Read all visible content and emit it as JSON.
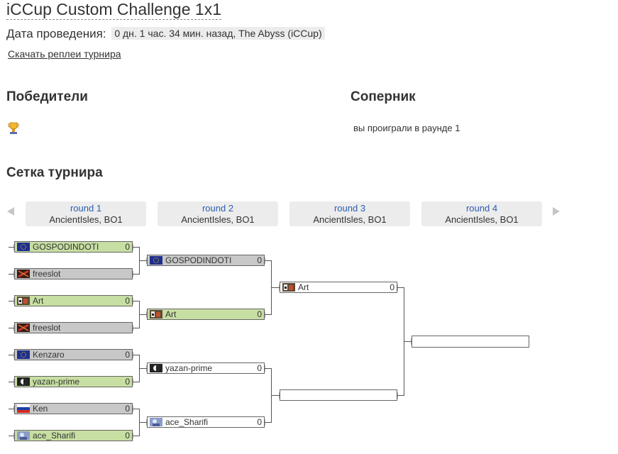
{
  "page": {
    "title": "iCCup Custom Challenge 1x1",
    "date_label": "Дата проведения:",
    "date_value": "0 дн. 1 час. 34 мин. назад, The Abyss (iCCup)",
    "download_link": "Скачать реплеи турнира",
    "winners_title": "Победители",
    "opponent_title": "Соперник",
    "opponent_text": "вы проиграли в раунде 1",
    "bracket_title": "Сетка турнира"
  },
  "rounds": [
    {
      "name": "round 1",
      "info": "AncientIsles, BO1"
    },
    {
      "name": "round 2",
      "info": "AncientIsles, BO1"
    },
    {
      "name": "round 3",
      "info": "AncientIsles, BO1"
    },
    {
      "name": "round 4",
      "info": "AncientIsles, BO1"
    }
  ],
  "round1": [
    {
      "name": "GOSPODINDOTI",
      "score": "0",
      "flag": "eu-flag-icon",
      "state": "win"
    },
    {
      "name": "freeslot",
      "score": "",
      "flag": "freeslot-flag-icon",
      "state": "lose"
    },
    {
      "name": "Art",
      "score": "0",
      "flag": "ua-flag-icon",
      "state": "win"
    },
    {
      "name": "freeslot",
      "score": "",
      "flag": "freeslot-flag-icon",
      "state": "lose"
    },
    {
      "name": "Kenzaro",
      "score": "0",
      "flag": "eu-flag-icon",
      "state": "lose"
    },
    {
      "name": "yazan-prime",
      "score": "0",
      "flag": "custom-flag-icon",
      "state": "win"
    },
    {
      "name": "Ken",
      "score": "0",
      "flag": "ru-flag-icon",
      "state": "lose"
    },
    {
      "name": "ace_Sharifi",
      "score": "0",
      "flag": "avatar-flag-icon",
      "state": "win"
    }
  ],
  "round2": [
    {
      "name": "GOSPODINDOTI",
      "score": "0",
      "flag": "eu-flag-icon",
      "state": "lose"
    },
    {
      "name": "Art",
      "score": "0",
      "flag": "ua-flag-icon",
      "state": "win"
    },
    {
      "name": "yazan-prime",
      "score": "0",
      "flag": "custom-flag-icon",
      "state": "plain"
    },
    {
      "name": "ace_Sharifi",
      "score": "0",
      "flag": "avatar-flag-icon",
      "state": "plain"
    }
  ],
  "round3": [
    {
      "name": "Art",
      "score": "0",
      "flag": "ua-flag-icon",
      "state": "plain"
    },
    {
      "name": "",
      "score": "",
      "flag": "",
      "state": "plain"
    }
  ],
  "round4": [
    {
      "name": "",
      "score": "",
      "flag": "",
      "state": "plain"
    }
  ],
  "colors": {
    "win": "#c7dfa2",
    "lose": "#c8c8c8",
    "link": "#2a5db0",
    "round_header_bg": "#ececec"
  }
}
